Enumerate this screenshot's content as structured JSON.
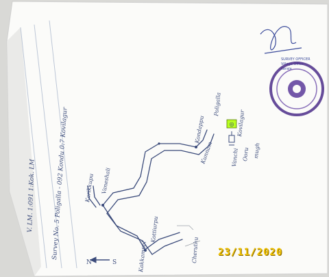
{
  "photo": {
    "subject": "hand-drawn route sketch on paper",
    "date_stamp": "23/11/2020"
  },
  "header_lines": {
    "line1": "V. LM. 1:091 1:Kok. LM",
    "line2": "Survey No. 5 Poligalla - 092 Kondu 0:7 Kovilagur"
  },
  "sketch_labels": {
    "north": "N",
    "south": "S",
    "place_top_left": "Karikkupu",
    "place_top_right": "Vaneshali",
    "place_mid": "Kottiurpu",
    "place_left": "Kakkampal",
    "place_low_left": "Cheruthu",
    "place_near_road": "Kunnam",
    "place_right1": "Kondappu",
    "place_right2": "Poligalla",
    "place_right3": "Kovilagur",
    "legend_a": "Vanchi",
    "legend_b": "Ooru",
    "legend_c": "mugh"
  },
  "seal": {
    "signature": "Signature",
    "stamp_line1": "SURVEY OFFICER",
    "stamp_line2": "Village Office",
    "stamp_line3": "Kerala"
  },
  "colors": {
    "paper": "#fbfbf9",
    "ink": "#3a4a7a",
    "stamp": "#4b2d8a",
    "highlight": "#b8ff1f",
    "date": "#f0c200"
  }
}
